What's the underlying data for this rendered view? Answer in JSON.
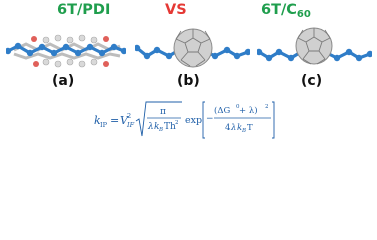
{
  "colors": {
    "green": "#1f9e4d",
    "red": "#e53935",
    "atom_blue": "#2f7dc8",
    "atom_light": "#7fb3e3",
    "atom_grey": "#bdbdbd",
    "oxygen_red": "#e0605a",
    "formula_blue": "#1f5fa8"
  },
  "headers": {
    "left": {
      "main": "6T/PDI"
    },
    "middle": "VS",
    "right": {
      "main": "6T/C",
      "subscript": "60"
    }
  },
  "panels": [
    {
      "label": "(a)",
      "depicts": "6T/PDI molecular complex"
    },
    {
      "label": "(b)",
      "depicts": "6T/C60 molecular complex"
    },
    {
      "label": "(c)",
      "depicts": "6T/C60 molecular complex"
    }
  ],
  "equation": {
    "lhs": "k",
    "lhs_sub": "IP",
    "eq": "=",
    "V": "V",
    "V_sub": "IF",
    "V_sup": "2",
    "pi": "π",
    "lambda": "λ",
    "kB": "k",
    "kB_sub": "B",
    "Th": "Th",
    "Th_sup": "2",
    "exp": "exp",
    "minus": "−",
    "dG": "(ΔG",
    "dG_sup": "0",
    "plus_lambda": " + λ)",
    "sq_sup": "2",
    "four": "4",
    "T": "T"
  }
}
